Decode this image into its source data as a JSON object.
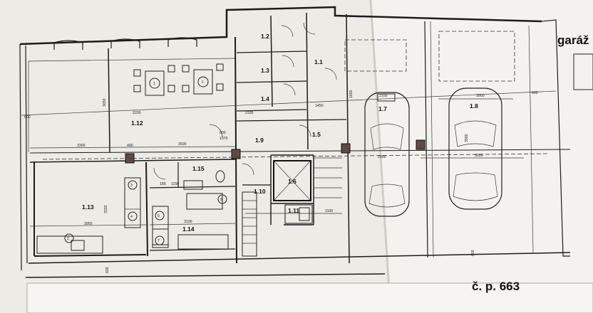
{
  "headings": {
    "garage": "garáž",
    "house_number": "č. p. 663"
  },
  "rooms": {
    "r1_1": "1.1",
    "r1_2": "1.2",
    "r1_3": "1.3",
    "r1_4": "1.4",
    "r1_5": "1.5",
    "r1_6": "1.6",
    "r1_7": "1.7",
    "r1_8": "1.8",
    "r1_9": "1.9",
    "r1_10": "1.10",
    "r1_11": "1.11",
    "r1_12": "1.12",
    "r1_13": "1.13",
    "r1_14": "1.14",
    "r1_15": "1.15"
  },
  "dimensions": {
    "d3300": "3300",
    "d3500": "3500",
    "d2200": "2200",
    "d3650": "3650",
    "d600": "600",
    "d3900": "3900",
    "d3900b": "3900",
    "d3900c": "3900",
    "d3950": "3950",
    "d3100": "3100",
    "d3330": "3330",
    "d2335": "2335",
    "d1450": "1450",
    "d800": "800",
    "d1970": "1970",
    "d400": "400",
    "d185": "185",
    "d1150": "1150",
    "d1100": "1100",
    "d1650": "1650",
    "d2100": "2100",
    "d2900": "2900",
    "d600b": "600",
    "d600c": "600",
    "d600d": "600"
  },
  "fixtures": {
    "f2": "2",
    "f3": "3",
    "f4": "4",
    "f5": "5",
    "f6": "6",
    "f7": "7",
    "fd1": "1",
    "fd2": "1"
  }
}
